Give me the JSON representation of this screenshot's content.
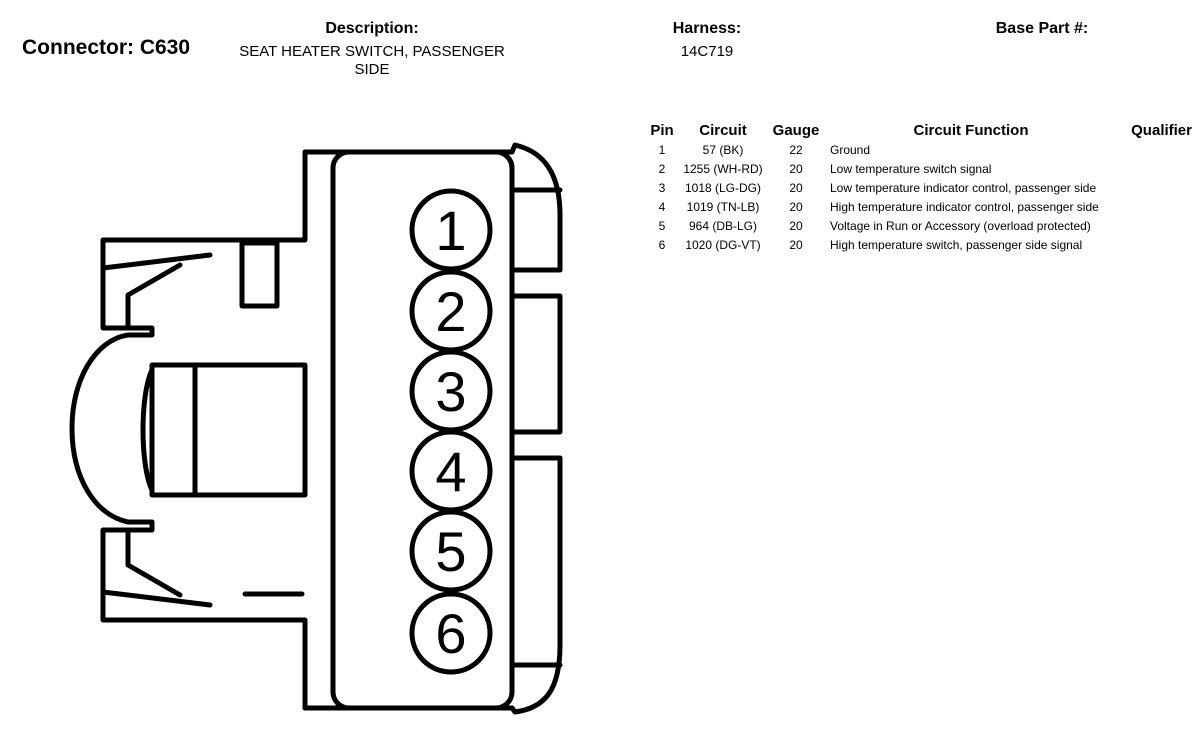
{
  "header": {
    "connector_title": "Connector: C630",
    "description_label": "Description:",
    "description_value": "SEAT HEATER SWITCH, PASSENGER SIDE",
    "harness_label": "Harness:",
    "harness_value": "14C719",
    "base_part_label": "Base Part #:"
  },
  "table": {
    "columns": [
      "Pin",
      "Circuit",
      "Gauge",
      "Circuit Function",
      "Qualifier"
    ],
    "rows": [
      {
        "pin": "1",
        "circuit": "57 (BK)",
        "gauge": "22",
        "function": "Ground"
      },
      {
        "pin": "2",
        "circuit": "1255 (WH-RD)",
        "gauge": "20",
        "function": "Low temperature switch signal"
      },
      {
        "pin": "3",
        "circuit": "1018 (LG-DG)",
        "gauge": "20",
        "function": "Low temperature indicator control, passenger side"
      },
      {
        "pin": "4",
        "circuit": "1019 (TN-LB)",
        "gauge": "20",
        "function": "High temperature indicator control, passenger side"
      },
      {
        "pin": "5",
        "circuit": "964 (DB-LG)",
        "gauge": "20",
        "function": "Voltage in Run or Accessory (overload protected)"
      },
      {
        "pin": "6",
        "circuit": "1020 (DG-VT)",
        "gauge": "20",
        "function": "High temperature switch, passenger side signal"
      }
    ]
  },
  "diagram": {
    "pin_labels": [
      "1",
      "2",
      "3",
      "4",
      "5",
      "6"
    ]
  }
}
